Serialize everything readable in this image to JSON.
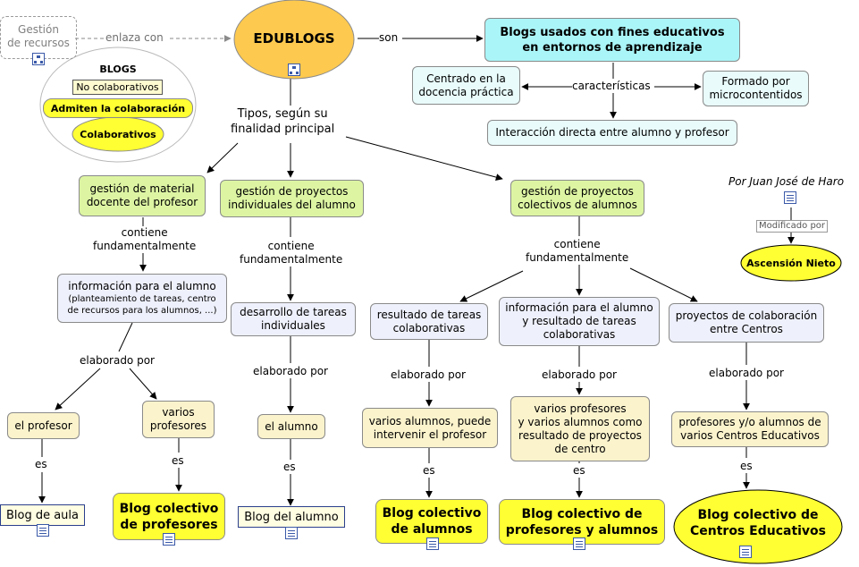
{
  "main": {
    "title": "EDUBLOGS",
    "definition_label": "son",
    "definition": "Blogs usados con fines educativos\nen entornos de aprendizaje",
    "types_label": "Tipos, según su\nfinalidad principal"
  },
  "resources": {
    "node": "Gestión\nde recursos",
    "link_label": "enlaza con",
    "legend_title": "BLOGS",
    "legend_items": [
      "No colaborativos",
      "Admiten la colaboración",
      "Colaborativos"
    ]
  },
  "characteristics": {
    "label": "características",
    "left": "Centrado en la\ndocencia práctica",
    "right": "Formado por\nmicrocontentidos",
    "bottom": "Interacción directa entre alumno y profesor"
  },
  "credits": {
    "author": "Por Juan José de Haro",
    "modified_label": "Modificado por",
    "modifier": "Ascensión Nieto"
  },
  "types": [
    {
      "name": "gestión de material\ndocente del profesor",
      "contains_label": "contiene\nfundamentalmente",
      "content": "información para el alumno",
      "content_detail": "(planteamiento de tareas, centro\nde recursos para los alumnos, ...)",
      "made_by_label": "elaborado por",
      "authors": [
        {
          "name": "el profesor",
          "is_label": "es",
          "result": "Blog de aula"
        },
        {
          "name": "varios\nprofesores",
          "is_label": "es",
          "result": "Blog colectivo\nde profesores"
        }
      ]
    },
    {
      "name": "gestión de proyectos\nindividuales del alumno",
      "contains_label": "contiene\nfundamentalmente",
      "content": "desarrollo de tareas\nindividuales",
      "made_by_label": "elaborado por",
      "authors": [
        {
          "name": "el alumno",
          "is_label": "es",
          "result": "Blog del alumno"
        }
      ]
    },
    {
      "name": "gestión de proyectos\ncolectivos de alumnos",
      "contains_label": "contiene\nfundamentalmente",
      "contents": [
        {
          "content": "resultado de tareas\ncolaborativas",
          "made_by_label": "elaborado por",
          "author": "varios alumnos, puede\nintervenir el profesor",
          "is_label": "es",
          "result": "Blog colectivo\nde alumnos"
        },
        {
          "content": "información para el alumno\ny resultado de tareas\ncolaborativas",
          "made_by_label": "elaborado por",
          "author": "varios profesores\ny varios alumnos como\nresultado de proyectos\nde centro",
          "is_label": "es",
          "result": "Blog colectivo de\nprofesores y alumnos"
        },
        {
          "content": "proyectos de colaboración\nentre Centros",
          "made_by_label": "elaborado por",
          "author": "profesores y/o alumnos de\nvarios Centros Educativos",
          "is_label": "es",
          "result": "Blog colectivo de\nCentros Educativos"
        }
      ]
    }
  ],
  "colors": {
    "main_node": "#fdc94f",
    "highlight": "#ffff33",
    "type_node": "#ddf5a3",
    "content_node": "#eef0fb",
    "author_node": "#fbf3cc",
    "feature_node": "#e9fbfb",
    "definition_node": "#aaf5f8",
    "icon": "#3a59a8"
  },
  "icons": [
    "concept-map-icon",
    "document-icon"
  ]
}
